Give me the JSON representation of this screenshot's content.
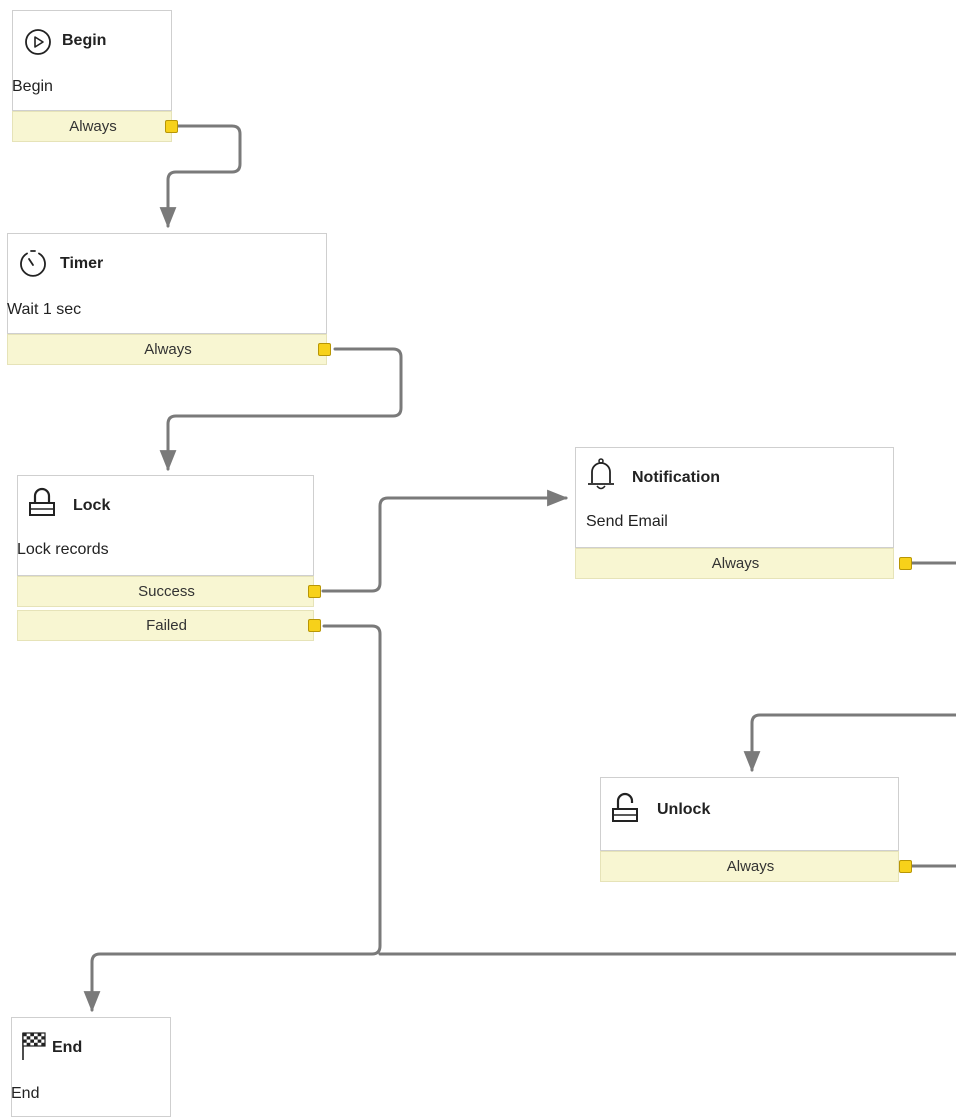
{
  "nodes": {
    "begin": {
      "title": "Begin",
      "description": "Begin",
      "icon": "play-circle-icon",
      "outlets": [
        {
          "label": "Always"
        }
      ]
    },
    "timer": {
      "title": "Timer",
      "description": "Wait 1 sec",
      "icon": "timer-icon",
      "outlets": [
        {
          "label": "Always"
        }
      ]
    },
    "lock": {
      "title": "Lock",
      "description": "Lock records",
      "icon": "lock-icon",
      "outlets": [
        {
          "label": "Success"
        },
        {
          "label": "Failed"
        }
      ]
    },
    "notification": {
      "title": "Notification",
      "description": "Send Email",
      "icon": "bell-icon",
      "outlets": [
        {
          "label": "Always"
        }
      ]
    },
    "unlock": {
      "title": "Unlock",
      "icon": "unlock-icon",
      "outlets": [
        {
          "label": "Always"
        }
      ]
    },
    "end": {
      "title": "End",
      "description": "End",
      "icon": "checkered-flag-icon"
    }
  },
  "connections": [
    {
      "from": "begin.Always",
      "to": "timer"
    },
    {
      "from": "timer.Always",
      "to": "lock"
    },
    {
      "from": "lock.Success",
      "to": "notification"
    },
    {
      "from": "lock.Failed",
      "to": "end"
    },
    {
      "from": "notification.Always",
      "to": "unlock"
    },
    {
      "from": "unlock.Always",
      "to": "end"
    }
  ],
  "colors": {
    "node_border": "#cfcfcf",
    "outlet_fill": "#f8f6d2",
    "port_fill": "#f7d11a",
    "connector": "#7a7a7a"
  }
}
